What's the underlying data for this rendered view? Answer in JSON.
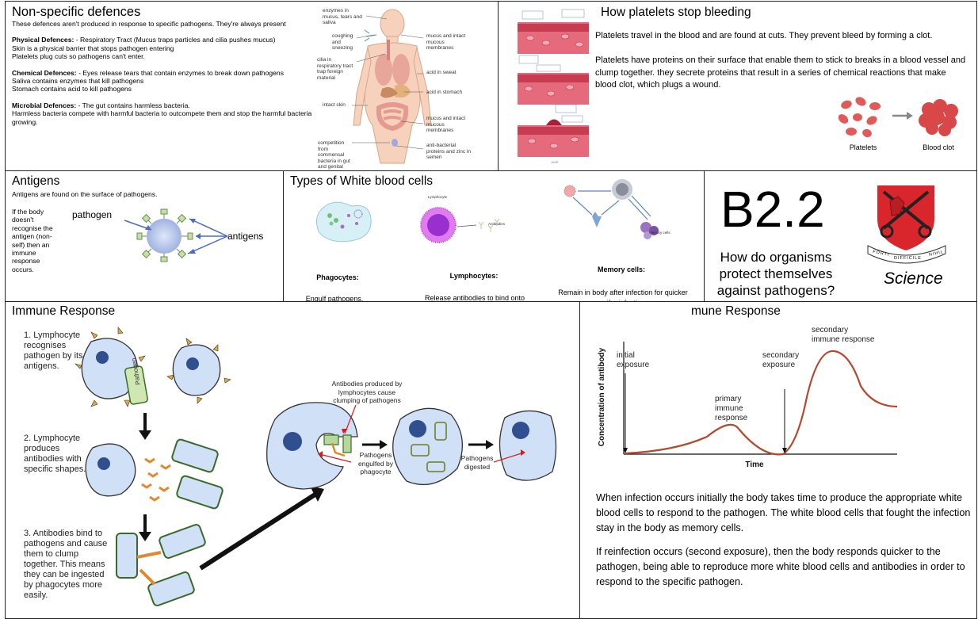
{
  "nonspecific": {
    "title": "Non-specific defences",
    "intro": "These defences aren't produced in response to specific pathogens. They're always present",
    "physical_head": "Physical Defences:",
    "physical_1": " - Respiratory Tract (Mucus traps particles and cilia pushes mucus)",
    "physical_2": "Skin is a physical barrier that stops pathogen entering",
    "physical_3": "Platelets plug cuts so pathogens can't enter.",
    "chemical_head": "Chemical Defences:",
    "chemical_1": " - Eyes release tears that contain enzymes to break down pathogens",
    "chemical_2": "Saliva contains enzymes that kill pathogens",
    "chemical_3": "Stomach contains acid to kill pathogens",
    "microbial_head": "Microbial Defences:",
    "microbial_1": " - The gut contains harmless bacteria.",
    "microbial_2": "Harmless bacteria compete with harmful bacteria to outcompete them and stop the harmful bacteria growing.",
    "body_labels": {
      "enzymes": "enzymes in mucus, tears and saliva",
      "coughing": "coughing and sneezing",
      "cilia": "cilia in respiratory tract trap foreign material",
      "intact_skin": "intact skin",
      "competition": "competition from commensal bacteria in gut and genital tract",
      "mucus1": "mucus and intact mucous membranes",
      "sweat": "acid in sweat",
      "stomach": "acid in stomach",
      "mucus2": "mucus and intact mucous membranes",
      "antibacterial": "anti-bacterial proteins and zinc in semen"
    }
  },
  "platelets": {
    "title": "How platelets stop bleeding",
    "p1": "Platelets travel in the blood and are found at cuts. They prevent bleed by forming a clot.",
    "p2": "Platelets have proteins on their surface that enable them to stick to breaks in a blood vessel and clump together. they secrete proteins that result in a series of chemical reactions that make blood clot, which plugs a wound.",
    "label_platelets": "Platelets",
    "label_clot": "Blood clot"
  },
  "antigens": {
    "title": "Antigens",
    "line1": "Antigens are found on the surface of pathogens.",
    "line2": "If the body doesn't recognise the antigen (non-self) then an immune response occurs.",
    "label_pathogen": "pathogen",
    "label_antigens": "antigens"
  },
  "wbc": {
    "title": "Types of White blood cells",
    "phagocytes_head": "Phagocytes:",
    "phagocytes_desc": "Engulf pathogens.",
    "lymphocytes_head": "Lymphocytes:",
    "lymphocytes_desc": "Release antibodies to bind onto antigens.",
    "memory_head": "Memory cells:",
    "memory_desc": "Remain in body after infection for quicker response if reinfection occurs.",
    "tiny_lymphocyte": "Lymphocyte",
    "tiny_antibodies": "Antibodies",
    "tiny_memory": "Memory cells"
  },
  "brand": {
    "code": "B2.2",
    "question": "How do organisms protect themselves against pathogens?",
    "subject": "Science",
    "motto_left": "FORTI",
    "motto_mid": "DIFFICILE",
    "motto_right": "NIHIL"
  },
  "immune": {
    "title": "Immune Response",
    "step1": "1. Lymphocyte recognises pathogen by its antigens.",
    "step2": "2. Lymphocyte produces antibodies with specific shapes.",
    "step3": "3. Antibodies bind to pathogens and cause them to clump together. This means they can be ingested by phagocytes more easily.",
    "pathogen_tag": "Pathogen",
    "clump_label": "Antibodies produced by lymphocytes cause clumping of pathogens",
    "engulfed_label": "Pathogens engulfed by phagocyte",
    "digested_label": "Pathogens digested"
  },
  "graph": {
    "title": "Immune Response",
    "title_visible": "mune Response",
    "para1": "When infection occurs initially the body takes time to produce the appropriate white blood cells to respond to the pathogen. The white blood cells that fought the infection stay in the body as memory cells.",
    "para2": "If reinfection occurs (second exposure), then the body responds quicker to the pathogen, being able to reproduce more white blood cells and antibodies in order to respond to the specific pathogen.",
    "chart_data": {
      "type": "line",
      "xlabel": "Time",
      "ylabel": "Concentration of antibody",
      "annotations": [
        "initial exposure",
        "primary immune response",
        "secondary exposure",
        "secondary immune response"
      ],
      "curve_color": "#b5472f"
    }
  }
}
